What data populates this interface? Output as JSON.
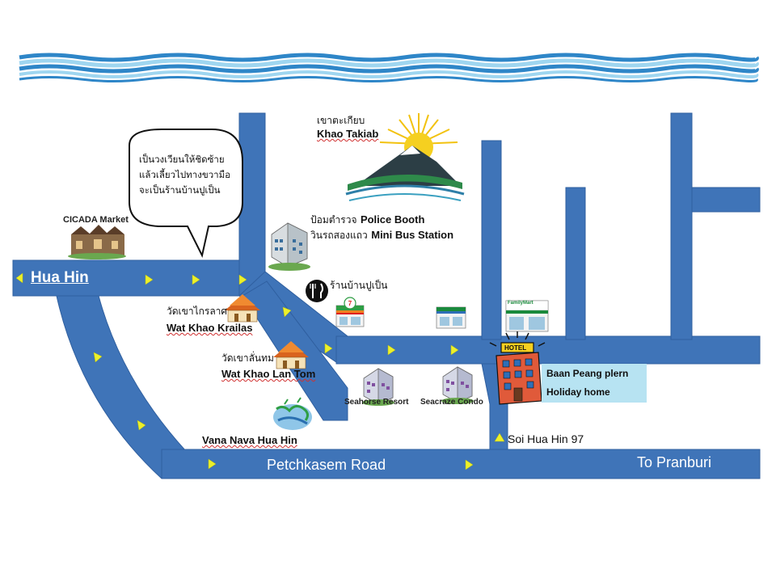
{
  "colors": {
    "road": "#3f74b8",
    "road_edge": "#2f5f9f",
    "arrow": "#ecf02a",
    "sea_dark": "#2e86c8",
    "sea_light": "#9fd6f0",
    "hotel_box": "#b7e3f2"
  },
  "labels": {
    "hua_hin": "Hua Hin",
    "petchkasem_road": "Petchkasem Road",
    "to_pranburi": "To Pranburi",
    "soi_hua_hin": "Soi Hua Hin 97",
    "cicada_market": "CICADA Market",
    "khao_takiab_thai": "เขาตะเกียบ",
    "khao_takiab_en": "Khao Takiab",
    "police_booth_thai": "ป้อมตำรวจ",
    "police_booth_en": "Police Booth",
    "mini_bus_thai": "วินรถสองแถว",
    "mini_bus_en": "Mini Bus Station",
    "restaurant_thai": "ร้านบ้านปูเป็น",
    "wat_krailas_thai": "วัดเขาไกรลาศ",
    "wat_krailas_en": "Wat Khao Krailas",
    "wat_lantom_thai": "วัดเขาลั่นทม",
    "wat_lantom_en": "Wat Khao Lan Tom",
    "vana_nava": "Vana Nava Hua Hin",
    "seahorse_resort": "Seahorse Resort",
    "seacraze_condo": "Seacraze Condo",
    "hotel_sign": "HOTEL",
    "hotel_name_1": "Baan Peang plern",
    "hotel_name_2": "Holiday home",
    "familymart": "FamilyMart"
  },
  "speech_bubble": {
    "line1": "เป็นวงเวียนให้ชิดซ้าย",
    "line2": "แล้วเลี้ยวไปทางขวามือ",
    "line3": "จะเป็นร้านบ้านปูเป็น"
  },
  "icons": {
    "restaurant": "fork-knife-icon",
    "store_7eleven": "seven-eleven-store-icon",
    "store_familymart": "familymart-store-icon",
    "temple": "thai-temple-icon",
    "building": "building-icon",
    "mountain_sun": "mountain-sun-logo",
    "hotel": "hotel-building-icon",
    "arrow": "direction-arrow-icon"
  }
}
